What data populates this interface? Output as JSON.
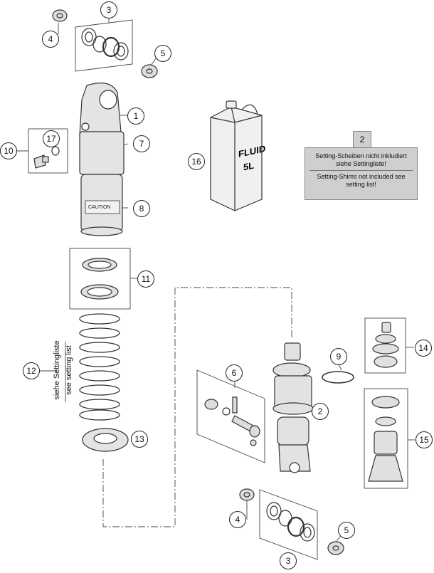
{
  "callouts": [
    "1",
    "2",
    "3",
    "4",
    "5",
    "6",
    "7",
    "8",
    "9",
    "10",
    "11",
    "12",
    "13",
    "14",
    "15",
    "16",
    "17"
  ],
  "fluid_can": {
    "label_line1": "FLUID",
    "label_line2": "5L"
  },
  "shock_label": "CAUTION",
  "note": {
    "badge": "2",
    "de": "Setting-Scheiben nicht inkludiert siehe Settingliste!",
    "en": "Setting-Shims not included see setting list!"
  },
  "spring_note": {
    "de": "siehe Settingliste",
    "en": "see setting list"
  }
}
